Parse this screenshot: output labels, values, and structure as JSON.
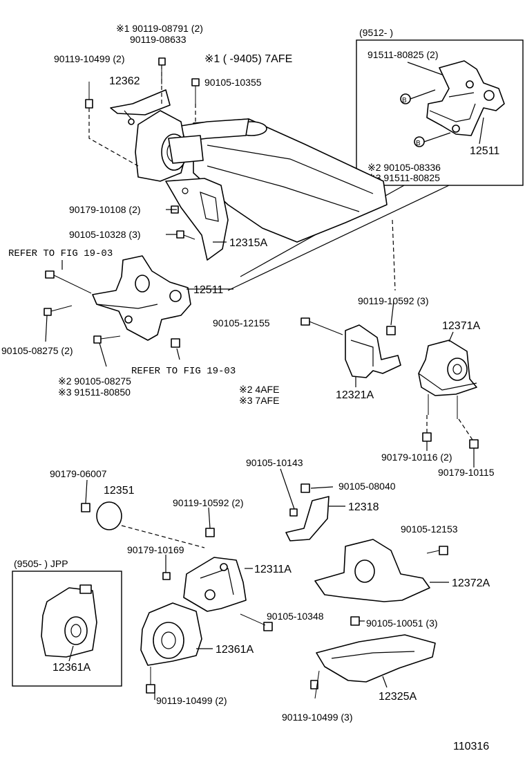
{
  "inset_top": {
    "header": "(9512-        )",
    "bolt_label": "91511-80825 (2)",
    "bracket_label": "12511",
    "note_line_1": "※2 90105-08336",
    "note_line_2": "※3 91511-80825",
    "marker": "B"
  },
  "inset_bottom": {
    "header": "(9505-       ) JPP",
    "part_label": "12361A"
  },
  "labels": {
    "l01": "※1 90119-08791 (2)",
    "l02": "90119-08633",
    "l03": "90119-10499 (2)",
    "l04": "※1 (        -9405) 7AFE",
    "l05": "12362",
    "l06": "90105-10355",
    "l07": "90179-10108 (2)",
    "l08": "90105-10328 (3)",
    "l09": "12315A",
    "l10": "REFER TO FIG 19-03",
    "l11": "12511",
    "l12": "90105-08275 (2)",
    "l13": "REFER TO FIG 19-03",
    "l14": "※2 90105-08275",
    "l15": "※3 91511-80850",
    "l16": "90119-10592 (3)",
    "l17": "90105-12155",
    "l18": "12371A",
    "l19": "12321A",
    "l20": "※2 4AFE",
    "l21": "※3 7AFE",
    "l22": "90179-10116 (2)",
    "l23": "90179-10115",
    "l24": "90105-10143",
    "l25": "90179-06007",
    "l26": "90105-08040",
    "l27": "12351",
    "l28": "12318",
    "l29": "90119-10592 (2)",
    "l30": "90105-12153",
    "l31": "90179-10169",
    "l32": "12311A",
    "l33": "12372A",
    "l34": "90105-10348",
    "l35": "12361A",
    "l36": "90105-10051 (3)",
    "l37": "90119-10499 (2)",
    "l38": "12325A",
    "l39": "90119-10499 (3)",
    "l40": "110316"
  }
}
